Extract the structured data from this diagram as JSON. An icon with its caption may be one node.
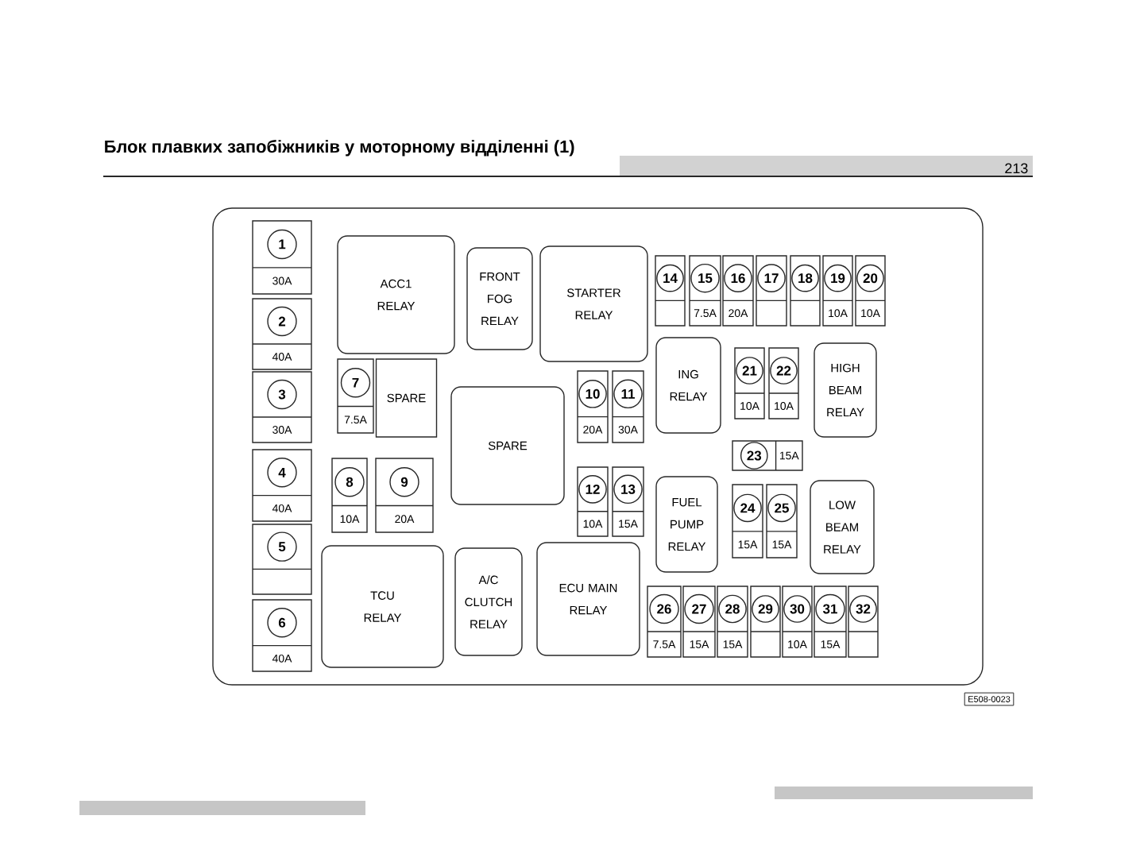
{
  "diagram": {
    "title": "Блок плавких запобіжників у моторному відділенні (1)",
    "nodes": [
      {
        "text": [],
        "shape": "box"
      },
      {
        "text": [
          "1",
          "30A"
        ],
        "in": 0
      },
      {
        "text": [
          "2",
          "40A"
        ],
        "in": 0
      },
      {
        "text": [
          "3",
          "30A"
        ],
        "in": 0
      },
      {
        "text": [
          "4",
          "40A"
        ],
        "in": 0
      },
      {
        "text": [
          "5"
        ],
        "in": 0
      },
      {
        "text": [
          "6",
          "40A"
        ],
        "in": 0
      },
      {
        "text": [
          "ACC1 RELAY"
        ],
        "in": 0
      },
      {
        "text": [
          "FRONT FOG RELAY"
        ],
        "in": 0
      },
      {
        "text": [
          "STARTER RELAY"
        ],
        "in": 0
      },
      {
        "text": [
          "14"
        ],
        "in": 0
      },
      {
        "text": [
          "15",
          "7.5A"
        ],
        "in": 0
      },
      {
        "text": [
          "16",
          "20A"
        ],
        "in": 0
      },
      {
        "text": [
          "17"
        ],
        "in": 0
      },
      {
        "text": [
          "18"
        ],
        "in": 0
      },
      {
        "text": [
          "19",
          "10A"
        ],
        "in": 0
      },
      {
        "text": [
          "20",
          "10A"
        ],
        "in": 0
      },
      {
        "text": [
          "7",
          "7.5A"
        ],
        "in": 0
      },
      {
        "text": [
          "SPARE"
        ],
        "in": 0
      },
      {
        "text": [
          "SPARE"
        ],
        "in": 0
      },
      {
        "text": [
          "10",
          "20A"
        ],
        "in": 0
      },
      {
        "text": [
          "11",
          "30A"
        ],
        "in": 0
      },
      {
        "text": [
          "ING RELAY"
        ],
        "in": 0
      },
      {
        "text": [
          "21",
          "10A"
        ],
        "in": 0
      },
      {
        "text": [
          "22",
          "10A"
        ],
        "in": 0
      },
      {
        "text": [
          "HIGH BEAM RELAY"
        ],
        "in": 0
      },
      {
        "text": [
          "23",
          "15A"
        ],
        "in": 0
      },
      {
        "text": [
          "8",
          "10A"
        ],
        "in": 0
      },
      {
        "text": [
          "9",
          "20A"
        ],
        "in": 0
      },
      {
        "text": [
          "12",
          "10A"
        ],
        "in": 0
      },
      {
        "text": [
          "13",
          "15A"
        ],
        "in": 0
      },
      {
        "text": [
          "FUEL PUMP RELAY"
        ],
        "in": 0
      },
      {
        "text": [
          "24",
          "15A"
        ],
        "in": 0
      },
      {
        "text": [
          "25",
          "15A"
        ],
        "in": 0
      },
      {
        "text": [
          "LOW BEAM RELAY"
        ],
        "in": 0
      },
      {
        "text": [
          "TCU RELAY"
        ],
        "in": 0
      },
      {
        "text": [
          "A/C CLUTCH RELAY"
        ],
        "in": 0
      },
      {
        "text": [
          "ECU MAIN RELAY"
        ],
        "in": 0
      },
      {
        "text": [
          "26",
          "7.5A"
        ],
        "in": 0
      },
      {
        "text": [
          "27",
          "15A"
        ],
        "in": 0
      },
      {
        "text": [
          "28",
          "15A"
        ],
        "in": 0
      },
      {
        "text": [
          "29"
        ],
        "in": 0
      },
      {
        "text": [
          "30",
          "10A"
        ],
        "in": 0
      },
      {
        "text": [
          "31",
          "15A"
        ],
        "in": 0
      },
      {
        "text": [
          "32"
        ],
        "in": 0
      }
    ],
    "labels": [
      "213",
      "E508-0023"
    ]
  }
}
